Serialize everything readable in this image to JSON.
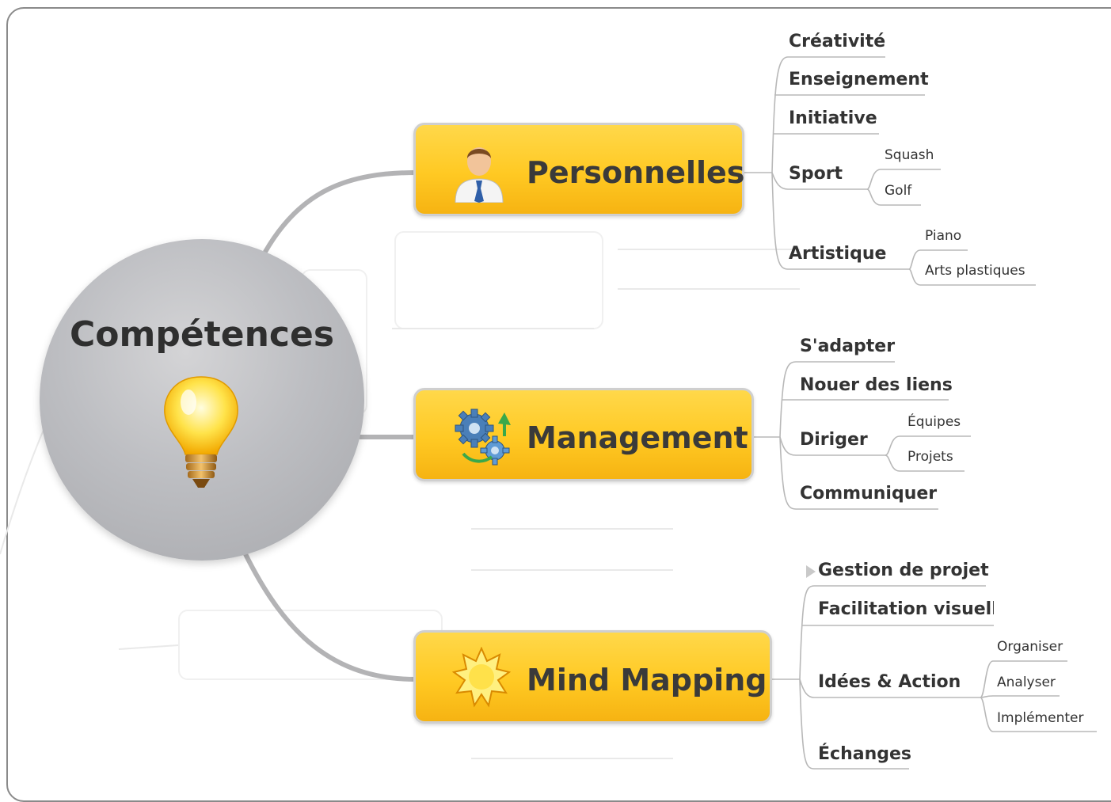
{
  "center": {
    "title": "Compétences",
    "icon": "lightbulb-icon"
  },
  "topics": {
    "personnelles": {
      "label": "Personnelles",
      "icon": "person-icon"
    },
    "management": {
      "label": "Management",
      "icon": "gears-icon"
    },
    "mind_mapping": {
      "label": "Mind Mapping",
      "icon": "sun-burst-icon"
    }
  },
  "personnelles": {
    "creativite": "Créativité",
    "enseignement": "Enseignement",
    "initiative": "Initiative",
    "sport": {
      "label": "Sport",
      "children": [
        "Squash",
        "Golf"
      ]
    },
    "artistique": {
      "label": "Artistique",
      "children": [
        "Piano",
        "Arts plastiques"
      ]
    }
  },
  "management": {
    "sadapter": "S'adapter",
    "nouer": "Nouer des liens",
    "diriger": {
      "label": "Diriger",
      "children": [
        "Équipes",
        "Projets"
      ]
    },
    "communiquer": "Communiquer"
  },
  "mind_mapping": {
    "gestion": "Gestion de projet",
    "facilitation": "Facilitation visuelle",
    "idees": {
      "label": "Idées & Action",
      "children": [
        "Organiser",
        "Analyser",
        "Implémenter"
      ]
    },
    "echanges": "Échanges"
  },
  "colors": {
    "topic_fill": "#ffc923",
    "center_fill": "#bdbec2",
    "line": "#a9a9a9"
  }
}
